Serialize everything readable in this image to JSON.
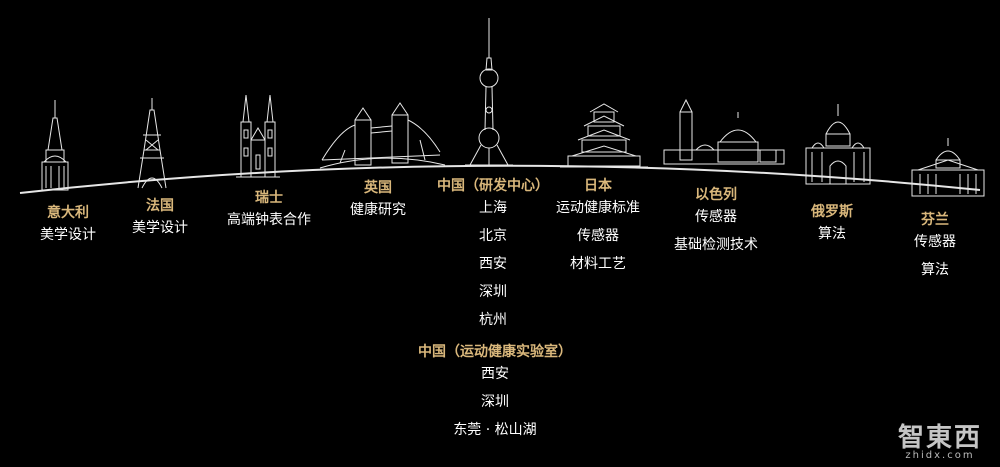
{
  "columns": [
    {
      "country": "意大利",
      "items": [
        "美学设计"
      ]
    },
    {
      "country": "法国",
      "items": [
        "美学设计"
      ]
    },
    {
      "country": "瑞士",
      "items": [
        "高端钟表合作"
      ]
    },
    {
      "country": "英国",
      "items": [
        "健康研究"
      ]
    },
    {
      "country": "中国（研发中心）",
      "items": [
        "上海",
        "北京",
        "西安",
        "深圳",
        "杭州"
      ]
    },
    {
      "country": "中国（运动健康实验室）",
      "items": [
        "西安",
        "深圳",
        "东莞 · 松山湖"
      ]
    },
    {
      "country": "日本",
      "items": [
        "运动健康标准",
        "传感器",
        "材料工艺"
      ]
    },
    {
      "country": "以色列",
      "items": [
        "传感器",
        "基础检测技术"
      ]
    },
    {
      "country": "俄罗斯",
      "items": [
        "算法"
      ]
    },
    {
      "country": "芬兰",
      "items": [
        "传感器",
        "算法"
      ]
    }
  ],
  "watermark": {
    "main": "智東西",
    "sub": "zhidx.com"
  },
  "colors": {
    "background": "#000000",
    "country": "#d9b77b",
    "text": "#ffffff",
    "line": "#e6e6e6"
  },
  "landmark_icons": [
    "mole-antonelliana-icon",
    "eiffel-tower-icon",
    "swiss-cathedral-icon",
    "tower-bridge-icon",
    "oriental-pearl-tower-icon",
    "osaka-castle-icon",
    "jerusalem-skyline-icon",
    "st-petersburg-cathedral-icon",
    "helsinki-cathedral-icon"
  ]
}
